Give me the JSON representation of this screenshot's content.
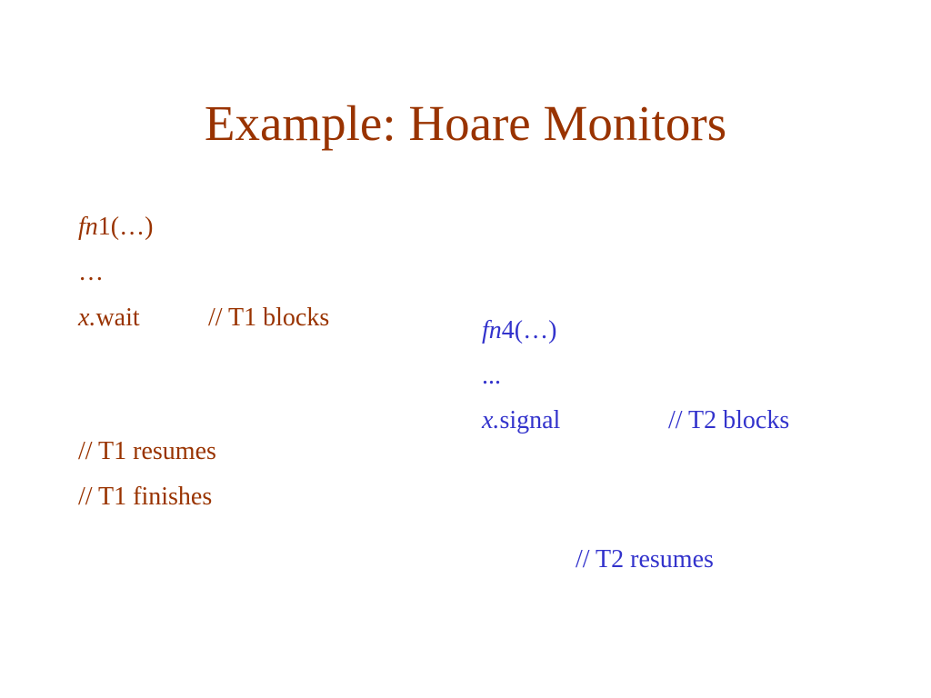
{
  "slide": {
    "title": "Example: Hoare Monitors",
    "colors": {
      "thread1": "#993300",
      "thread2": "#3333cc",
      "title": "#993300",
      "background": "#ffffff"
    },
    "thread1": {
      "fn_prefix": "fn",
      "fn_suffix": "1(…)",
      "ellipsis": "…",
      "wait_var": "x.",
      "wait_call": "wait",
      "wait_comment": "// T1 blocks",
      "resumes": "// T1 resumes",
      "finishes": "// T1 finishes"
    },
    "thread2": {
      "fn_prefix": "fn",
      "fn_suffix": "4(…)",
      "ellipsis": "...",
      "signal_var": "x.",
      "signal_call": "signal",
      "signal_comment": "// T2 blocks",
      "resumes": "// T2 resumes"
    }
  }
}
